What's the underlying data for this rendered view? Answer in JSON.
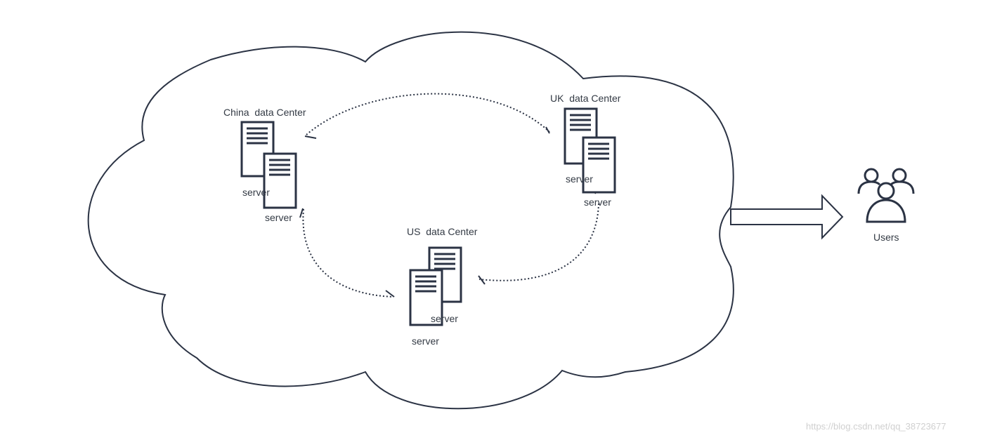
{
  "datacenters": {
    "china": {
      "title": "China  data Center",
      "server_a": "server",
      "server_b": "server"
    },
    "uk": {
      "title": "UK  data Center",
      "server_a": "server",
      "server_b": "server"
    },
    "us": {
      "title": "US  data Center",
      "server_a": "server",
      "server_b": "server"
    }
  },
  "users": {
    "label": "Users",
    "icon": "users-group-icon"
  },
  "watermark": "https://blog.csdn.net/qq_38723677",
  "colors": {
    "stroke": "#2b3344",
    "text": "#333a44",
    "watermark": "#d0d0d0"
  }
}
